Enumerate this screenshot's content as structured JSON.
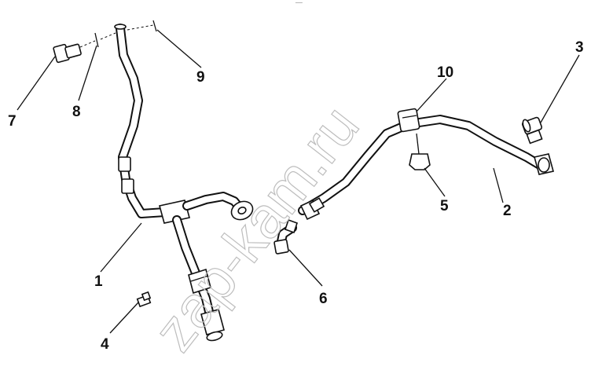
{
  "diagram": {
    "watermark": "zap-kam.ru",
    "top_mark": "¯¯",
    "callouts": [
      {
        "id": "c1",
        "label": "1"
      },
      {
        "id": "c2",
        "label": "2"
      },
      {
        "id": "c3",
        "label": "3"
      },
      {
        "id": "c4",
        "label": "4"
      },
      {
        "id": "c5",
        "label": "5"
      },
      {
        "id": "c6",
        "label": "6"
      },
      {
        "id": "c7",
        "label": "7"
      },
      {
        "id": "c8",
        "label": "8"
      },
      {
        "id": "c9",
        "label": "9"
      },
      {
        "id": "c10",
        "label": "10"
      }
    ]
  }
}
